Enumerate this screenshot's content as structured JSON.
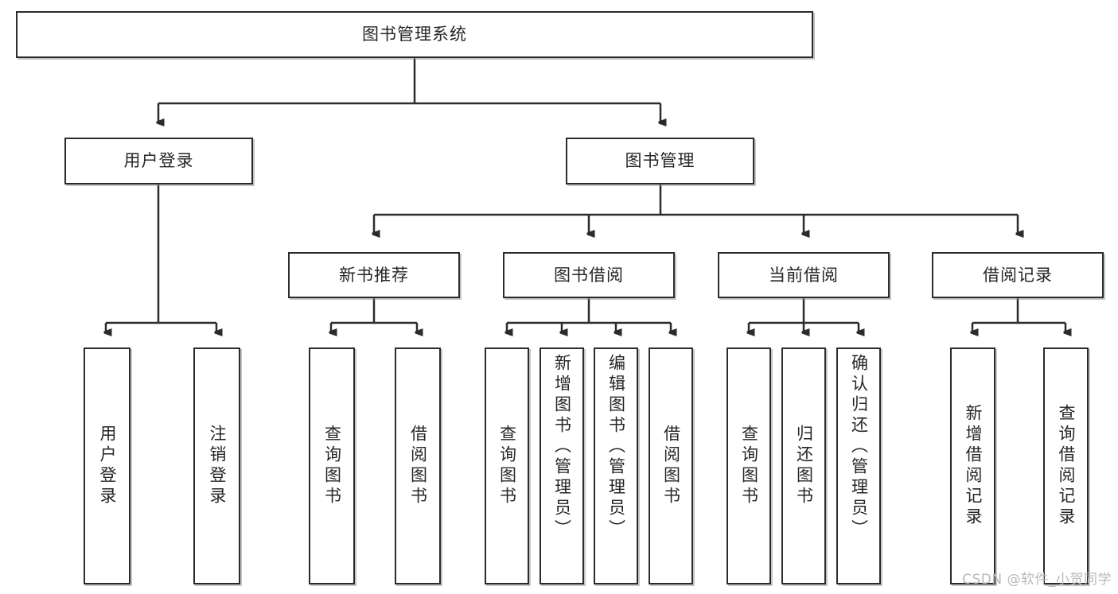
{
  "diagram": {
    "type": "hierarchy-tree",
    "title": "图书管理系统",
    "watermark": "CSDN @软件_小贺同学",
    "colors": {
      "box_border": "#2b2b2b",
      "box_fill": "#ffffff",
      "connector": "#2b2b2b",
      "text": "#262626",
      "watermark": "#b9b9b9"
    },
    "levels": {
      "root": {
        "label": "图书管理系统"
      },
      "level2": [
        {
          "label": "用户登录"
        },
        {
          "label": "图书管理"
        }
      ],
      "level3": [
        {
          "label": "新书推荐"
        },
        {
          "label": "图书借阅"
        },
        {
          "label": "当前借阅"
        },
        {
          "label": "借阅记录"
        }
      ],
      "leaves": {
        "user_login": [
          {
            "label": "用户登录"
          },
          {
            "label": "注销登录"
          }
        ],
        "new_book_recommend": [
          {
            "label": "查询图书"
          },
          {
            "label": "借阅图书"
          }
        ],
        "book_borrow": [
          {
            "label": "查询图书"
          },
          {
            "label": "新增图书（管理员）"
          },
          {
            "label": "编辑图书（管理员）"
          },
          {
            "label": "借阅图书"
          }
        ],
        "current_borrow": [
          {
            "label": "查询图书"
          },
          {
            "label": "归还图书"
          },
          {
            "label": "确认归还（管理员）"
          }
        ],
        "borrow_record": [
          {
            "label": "新增借阅记录"
          },
          {
            "label": "查询借阅记录"
          }
        ]
      }
    }
  }
}
